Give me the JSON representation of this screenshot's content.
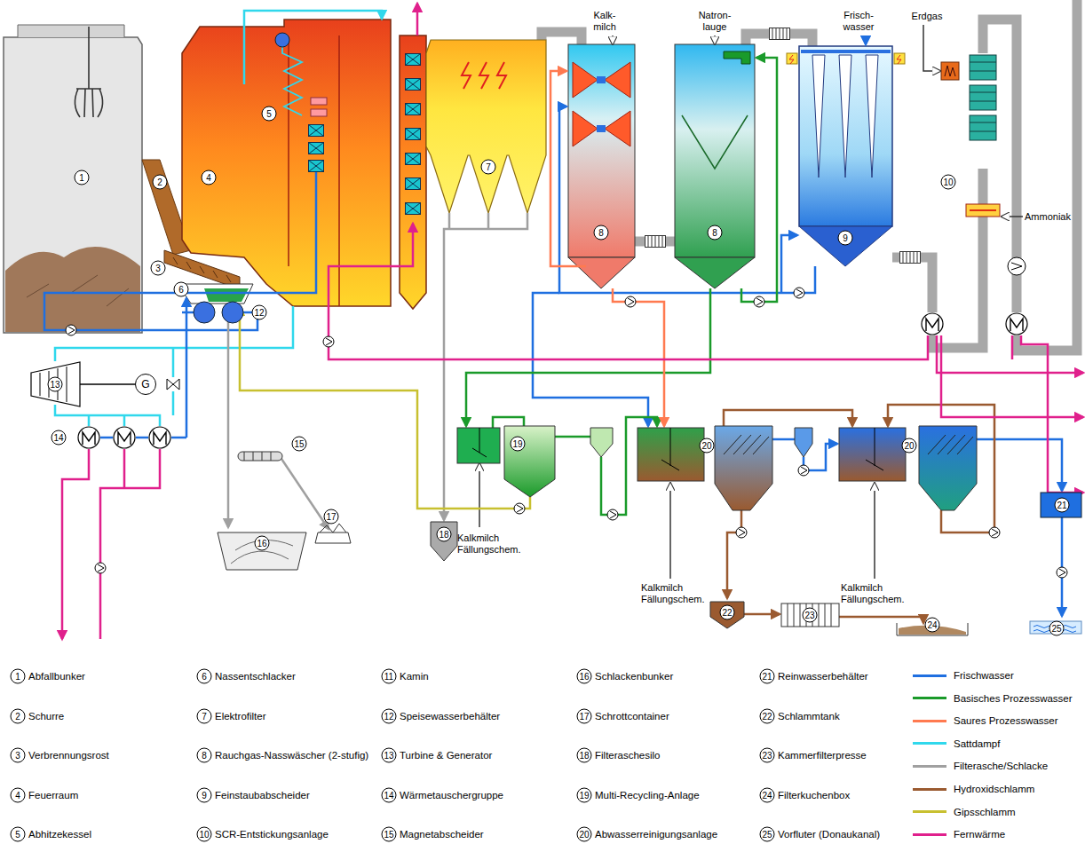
{
  "diagram": {
    "labels": [
      "1",
      "2",
      "3",
      "4",
      "5",
      "6",
      "7",
      "8",
      "8",
      "9",
      "10",
      "12",
      "13",
      "G",
      "14",
      "15",
      "16",
      "17",
      "18",
      "19",
      "20",
      "20",
      "21",
      "22",
      "23",
      "24",
      "25",
      "Kalk- milch",
      "Natron- lauge",
      "Frisch- wasser",
      "Erdgas",
      "Ammoniak",
      "Kalkmilch Fällungschem.",
      "Kalkmilch Fällungschem.",
      "Kalkmilch Fällungschem.",
      "1",
      "Abfallbunker",
      "2",
      "Schurre",
      "3",
      "Verbrennungsrost",
      "4",
      "Feuerraum",
      "5",
      "Abhitzekessel",
      "6",
      "Nassentschlacker",
      "7",
      "Elektrofilter",
      "8",
      "Rauchgas-Nasswäscher (2-stufig)",
      "9",
      "Feinstaubabscheider",
      "10",
      "SCR-Entstickungsanlage",
      "11",
      "Kamin",
      "12",
      "Speisewasserbehälter",
      "13",
      "Turbine & Generator",
      "14",
      "Wärmetauschergruppe",
      "15",
      "Magnetabscheider",
      "16",
      "Schlackenbunker",
      "17",
      "Schrottcontainer",
      "18",
      "Filteraschesilo",
      "19",
      "Multi-Recycling-Anlage",
      "20",
      "Abwasserreinigungsanlage",
      "21",
      "Reinwasserbehälter",
      "22",
      "Schlammtank",
      "23",
      "Kammerfilterpresse",
      "24",
      "Filterkuchenbox",
      "25",
      "Vorfluter (Donaukanal)"
    ],
    "legend": [
      {
        "text": "Frischwasser",
        "color": "#1f6fe0"
      },
      {
        "text": "Basisches Prozesswasser",
        "color": "#1a9a2a"
      },
      {
        "text": "Saures Prozesswasser",
        "color": "#ff7a50"
      },
      {
        "text": "Sattdampf",
        "color": "#30d8ec"
      },
      {
        "text": "Filterasche/Schlacke",
        "color": "#a0a0a0"
      },
      {
        "text": "Hydroxidschlamm",
        "color": "#9a5a30"
      },
      {
        "text": "Gipsschlamm",
        "color": "#c8c030"
      },
      {
        "text": "Fernwärme",
        "color": "#e0208c"
      }
    ]
  }
}
